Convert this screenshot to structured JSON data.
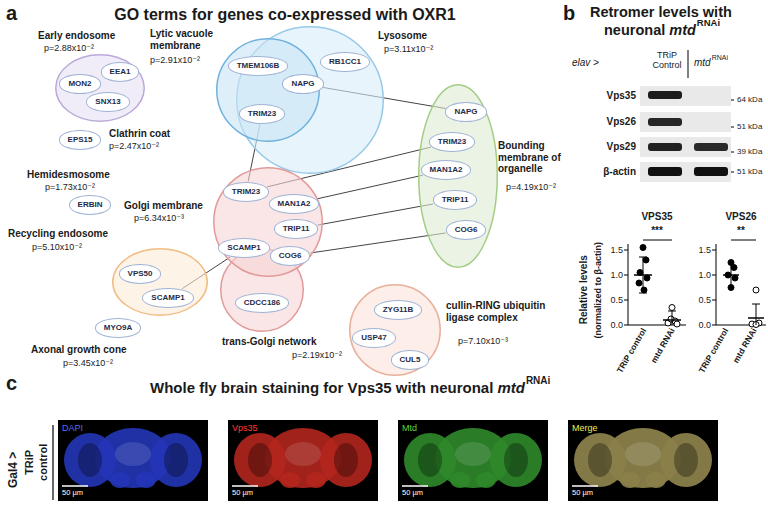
{
  "diagram": {
    "nodes": [
      {
        "text": [
          "Early endosome",
          "p=2.88x10⁻²"
        ]
      },
      {
        "text": [
          "MON2"
        ],
        "in": 0
      },
      {
        "text": [
          "EEA1"
        ],
        "in": 0
      },
      {
        "text": [
          "SNX13"
        ],
        "in": 0
      },
      {
        "text": [
          "Lysosome",
          "p=3.11x10⁻²"
        ]
      },
      {
        "text": [
          "Lytic vacuole membrane",
          "p=2.91x10⁻²"
        ],
        "in": 4
      },
      {
        "text": [
          "TMEM106B"
        ],
        "in": 5
      },
      {
        "text": [
          "TRIM23"
        ],
        "in": 5
      },
      {
        "text": [
          "NAPG"
        ],
        "in": 5
      },
      {
        "text": [
          "RB1CC1"
        ],
        "in": 4
      },
      {
        "text": [
          "EPS15",
          "Clathrin coat",
          "p=2.47x10⁻²"
        ]
      },
      {
        "text": [
          "ERBIN",
          "Hemidesmosome",
          "p=1.73x10⁻²"
        ]
      },
      {
        "text": [
          "Bounding membrane of organelle",
          "p=4.19x10⁻²"
        ]
      },
      {
        "text": [
          "NAPG"
        ],
        "in": 12
      },
      {
        "text": [
          "TRIM23"
        ],
        "in": 12
      },
      {
        "text": [
          "MAN1A2"
        ],
        "in": 12
      },
      {
        "text": [
          "TRIP11"
        ],
        "in": 12
      },
      {
        "text": [
          "COG6"
        ],
        "in": 12
      },
      {
        "text": [
          "Golgi membrane",
          "p=6.34x10⁻³"
        ]
      },
      {
        "text": [
          "TRIM23"
        ],
        "in": 18
      },
      {
        "text": [
          "MAN1A2"
        ],
        "in": 18
      },
      {
        "text": [
          "TRIP11"
        ],
        "in": 18
      },
      {
        "text": [
          "SCAMP1"
        ],
        "in": 18
      },
      {
        "text": [
          "COG6"
        ],
        "in": 18
      },
      {
        "text": [
          "trans-Golgi network",
          "p=2.19x10⁻²"
        ]
      },
      {
        "text": [
          "CDCC186"
        ],
        "in": 24
      },
      {
        "text": [
          "Recycling endosome",
          "p=5.10x10⁻²"
        ]
      },
      {
        "text": [
          "VPS50"
        ],
        "in": 26
      },
      {
        "text": [
          "SCAMP1"
        ],
        "in": 26
      },
      {
        "text": [
          "MYO9A",
          "Axonal growth cone",
          "p=3.45x10⁻²"
        ]
      },
      {
        "text": [
          "cullin-RING ubiquitin ligase complex",
          "p=7.10x10⁻³"
        ]
      },
      {
        "text": [
          "ZYG11B"
        ],
        "in": 30
      },
      {
        "text": [
          "USP47"
        ],
        "in": 30
      },
      {
        "text": [
          "CUL5"
        ],
        "in": 30
      }
    ],
    "edges": [
      {
        "from": 7,
        "to": 19,
        "arrow": "none"
      },
      {
        "from": 8,
        "to": 13,
        "arrow": "none"
      },
      {
        "from": 19,
        "to": 14,
        "arrow": "none"
      },
      {
        "from": 20,
        "to": 15,
        "arrow": "none"
      },
      {
        "from": 21,
        "to": 16,
        "arrow": "none"
      },
      {
        "from": 23,
        "to": 17,
        "arrow": "none"
      },
      {
        "from": 22,
        "to": 28,
        "arrow": "none"
      }
    ],
    "labels": [
      "a",
      "GO terms for genes co-expressed with OXR1",
      "b",
      "Retromer levels with",
      "neuronal",
      "mtd",
      "RNAi",
      "elav >",
      "TRiP Control",
      "mtd",
      "RNAi",
      "Vps35",
      "Vps26",
      "Vps29",
      "β-actin",
      "64 kDa",
      "51 kDa",
      "39 kDa",
      "51 kDa",
      "Relative levels",
      "(normalized to β-actin)",
      "VPS35",
      "***",
      "1.5",
      "1.0",
      "0.5",
      "0.0",
      "TRiP control",
      "mtd RNAi",
      "VPS26",
      "**",
      "1.5",
      "1.0",
      "0.5",
      "0.0",
      "TRiP control",
      "mtd RNAi",
      "c",
      "Whole fly brain staining for Vps35 with neuronal",
      "mtd",
      "RNAi",
      "Gal4 >",
      "TRiP",
      "control",
      "DAPI",
      "Vps35",
      "Mtd",
      "Merge",
      "50 µm",
      "50 µm",
      "50 µm",
      "50 µm"
    ]
  }
}
